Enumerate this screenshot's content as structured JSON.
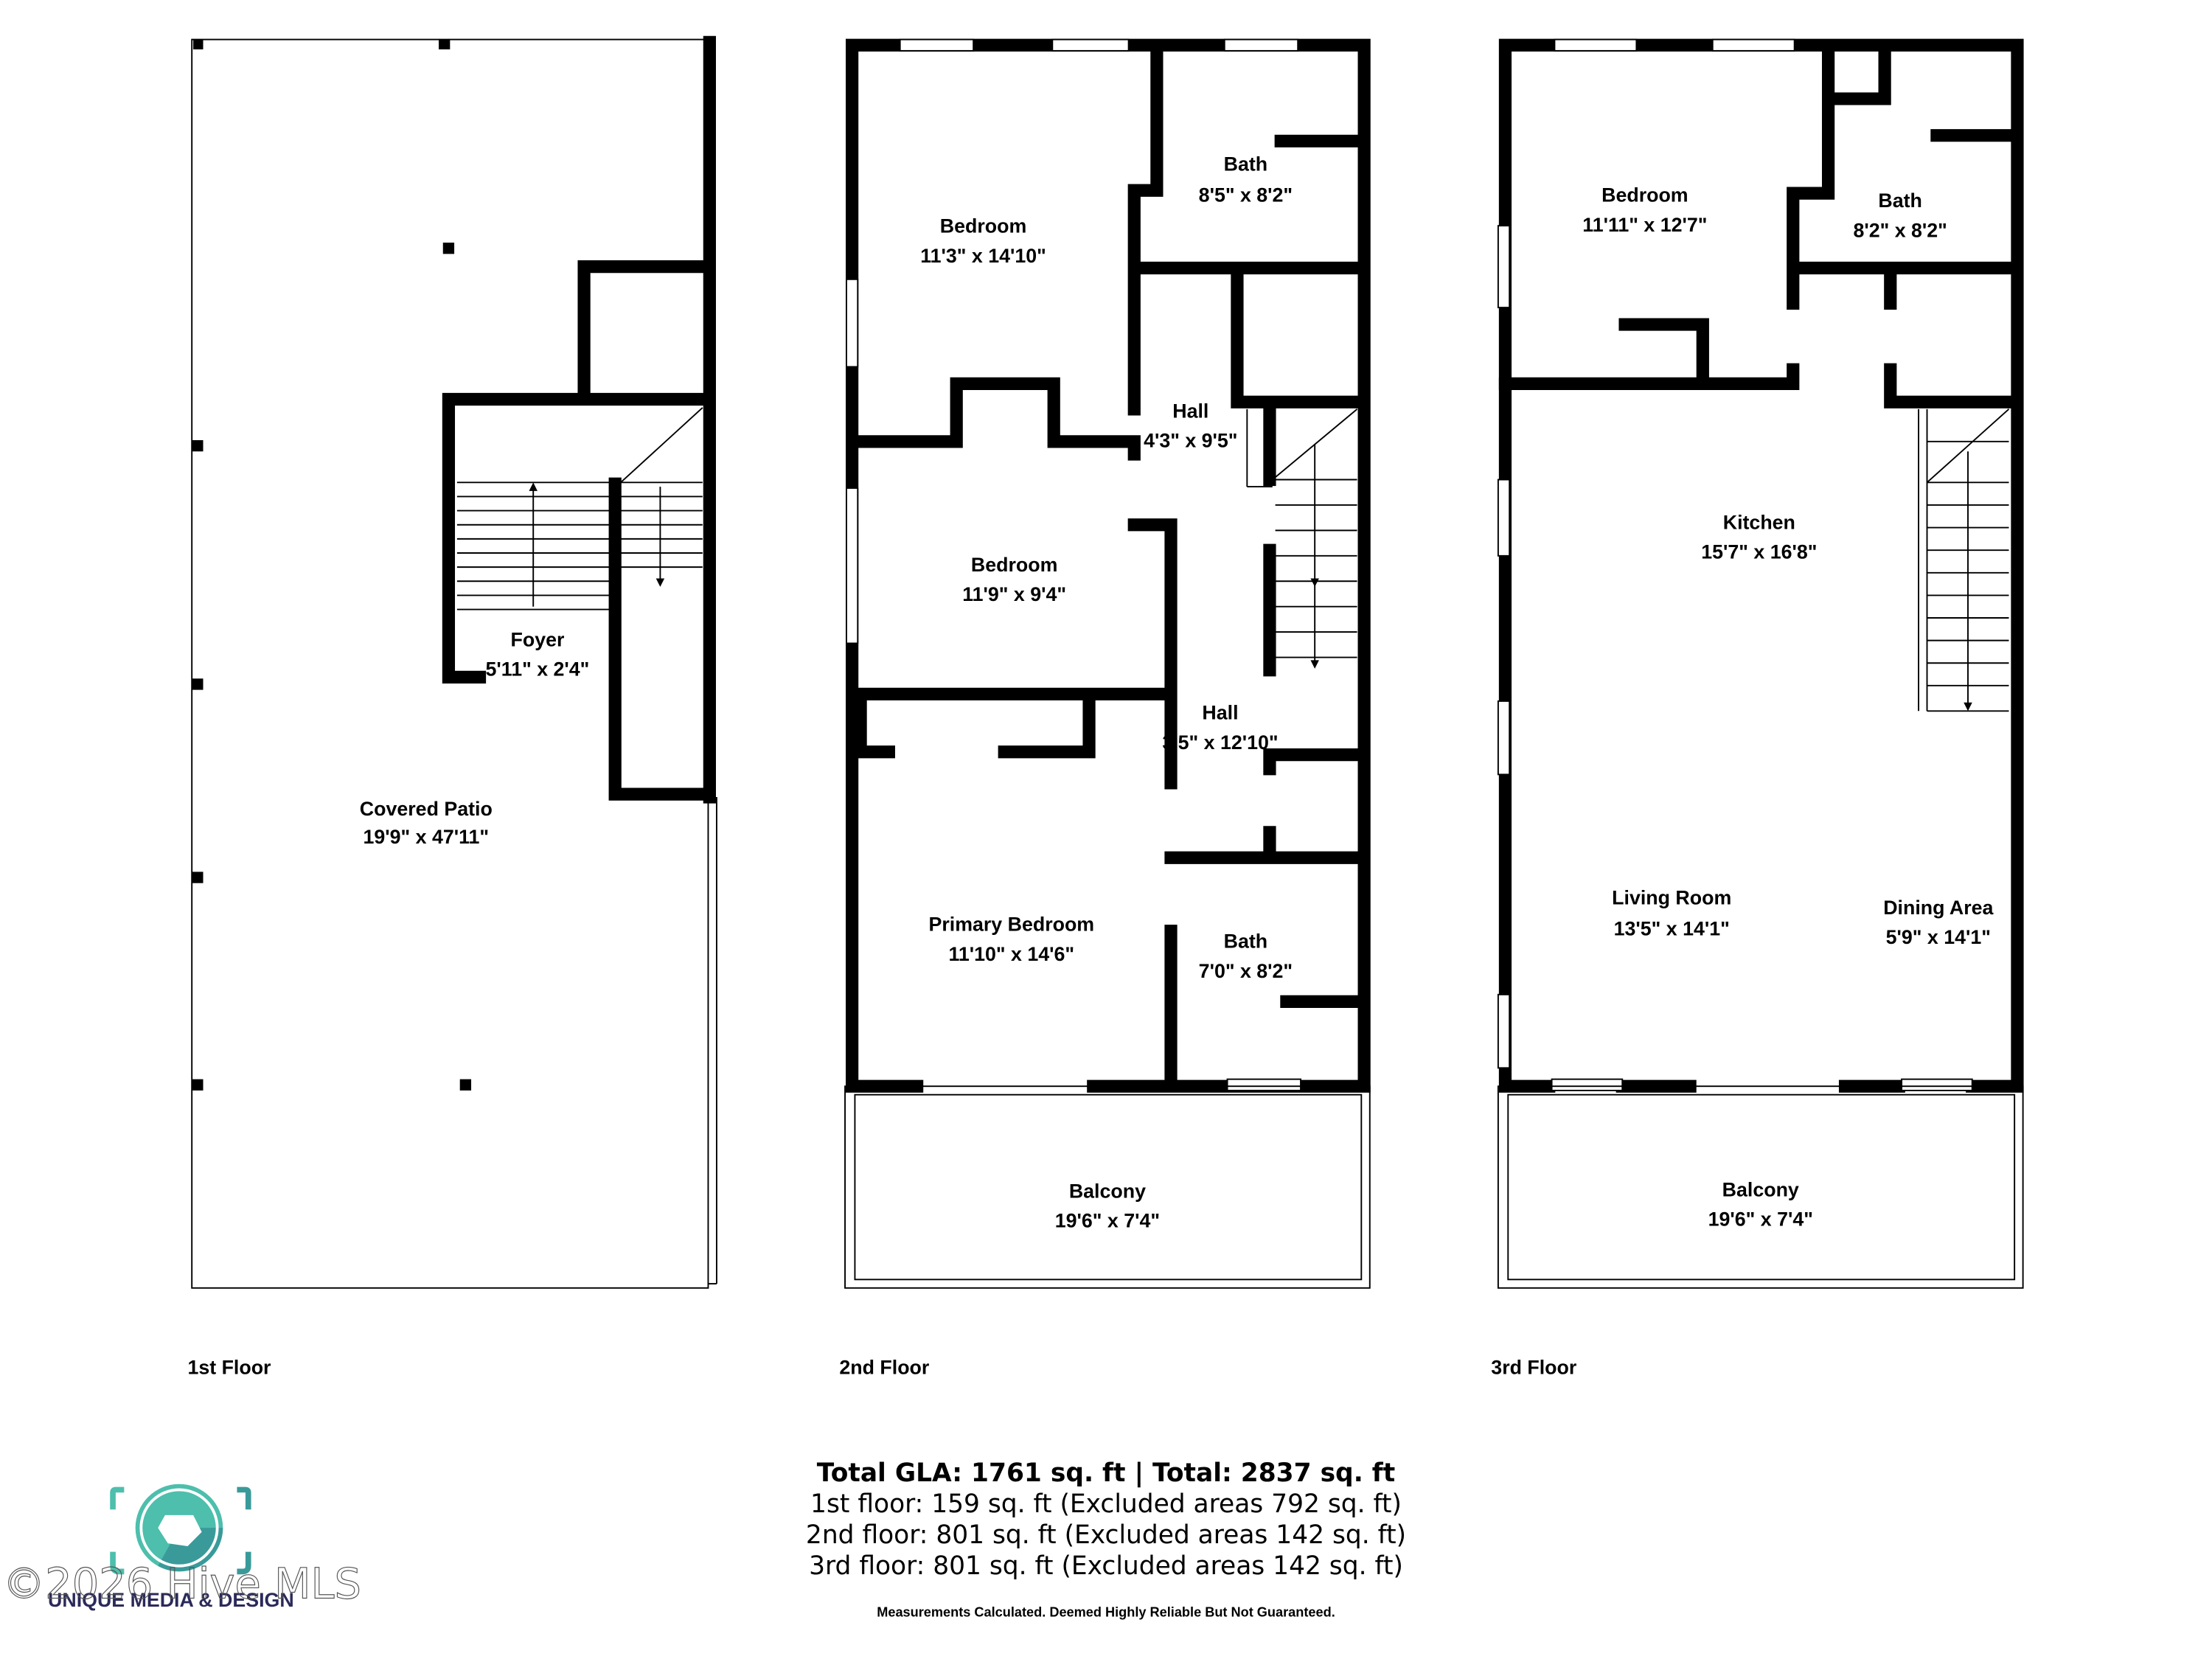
{
  "floors": [
    {
      "label": "1st Floor",
      "rooms": [
        {
          "name": "Foyer",
          "dims": "5'11\" x 2'4\""
        },
        {
          "name": "Covered Patio",
          "dims": "19'9\" x 47'11\""
        }
      ]
    },
    {
      "label": "2nd Floor",
      "rooms": [
        {
          "name": "Bedroom",
          "dims": "11'3\" x 14'10\""
        },
        {
          "name": "Bath",
          "dims": "8'5\" x 8'2\""
        },
        {
          "name": "Hall",
          "dims": "4'3\" x 9'5\""
        },
        {
          "name": "Bedroom",
          "dims": "11'9\" x 9'4\""
        },
        {
          "name": "Hall",
          "dims": "3'5\" x 12'10\""
        },
        {
          "name": "Primary Bedroom",
          "dims": "11'10\" x 14'6\""
        },
        {
          "name": "Bath",
          "dims": "7'0\" x 8'2\""
        },
        {
          "name": "Balcony",
          "dims": "19'6\" x 7'4\""
        }
      ]
    },
    {
      "label": "3rd Floor",
      "rooms": [
        {
          "name": "Bedroom",
          "dims": "11'11\" x 12'7\""
        },
        {
          "name": "Bath",
          "dims": "8'2\" x 8'2\""
        },
        {
          "name": "Kitchen",
          "dims": "15'7\" x 16'8\""
        },
        {
          "name": "Living Room",
          "dims": "13'5\" x 14'1\""
        },
        {
          "name": "Dining Area",
          "dims": "5'9\" x 14'1\""
        },
        {
          "name": "Balcony",
          "dims": "19'6\" x 7'4\""
        }
      ]
    }
  ],
  "summary": {
    "total": "Total GLA: 1761 sq. ft | Total: 2837 sq. ft",
    "lines": [
      "1st floor: 159 sq. ft (Excluded areas 792 sq. ft)",
      "2nd floor: 801 sq. ft (Excluded areas 142 sq. ft)",
      "3rd floor: 801 sq. ft (Excluded areas 142 sq. ft)"
    ],
    "disclaimer": "Measurements Calculated. Deemed Highly Reliable But Not Guaranteed."
  },
  "logo": {
    "text": "UNIQUE MEDIA & DESIGN",
    "colors": {
      "teal": "#4dbfac",
      "teal_dark": "#3a9a9a",
      "navy": "#2b2a5a"
    }
  },
  "watermark": "©2026 Hive MLS"
}
